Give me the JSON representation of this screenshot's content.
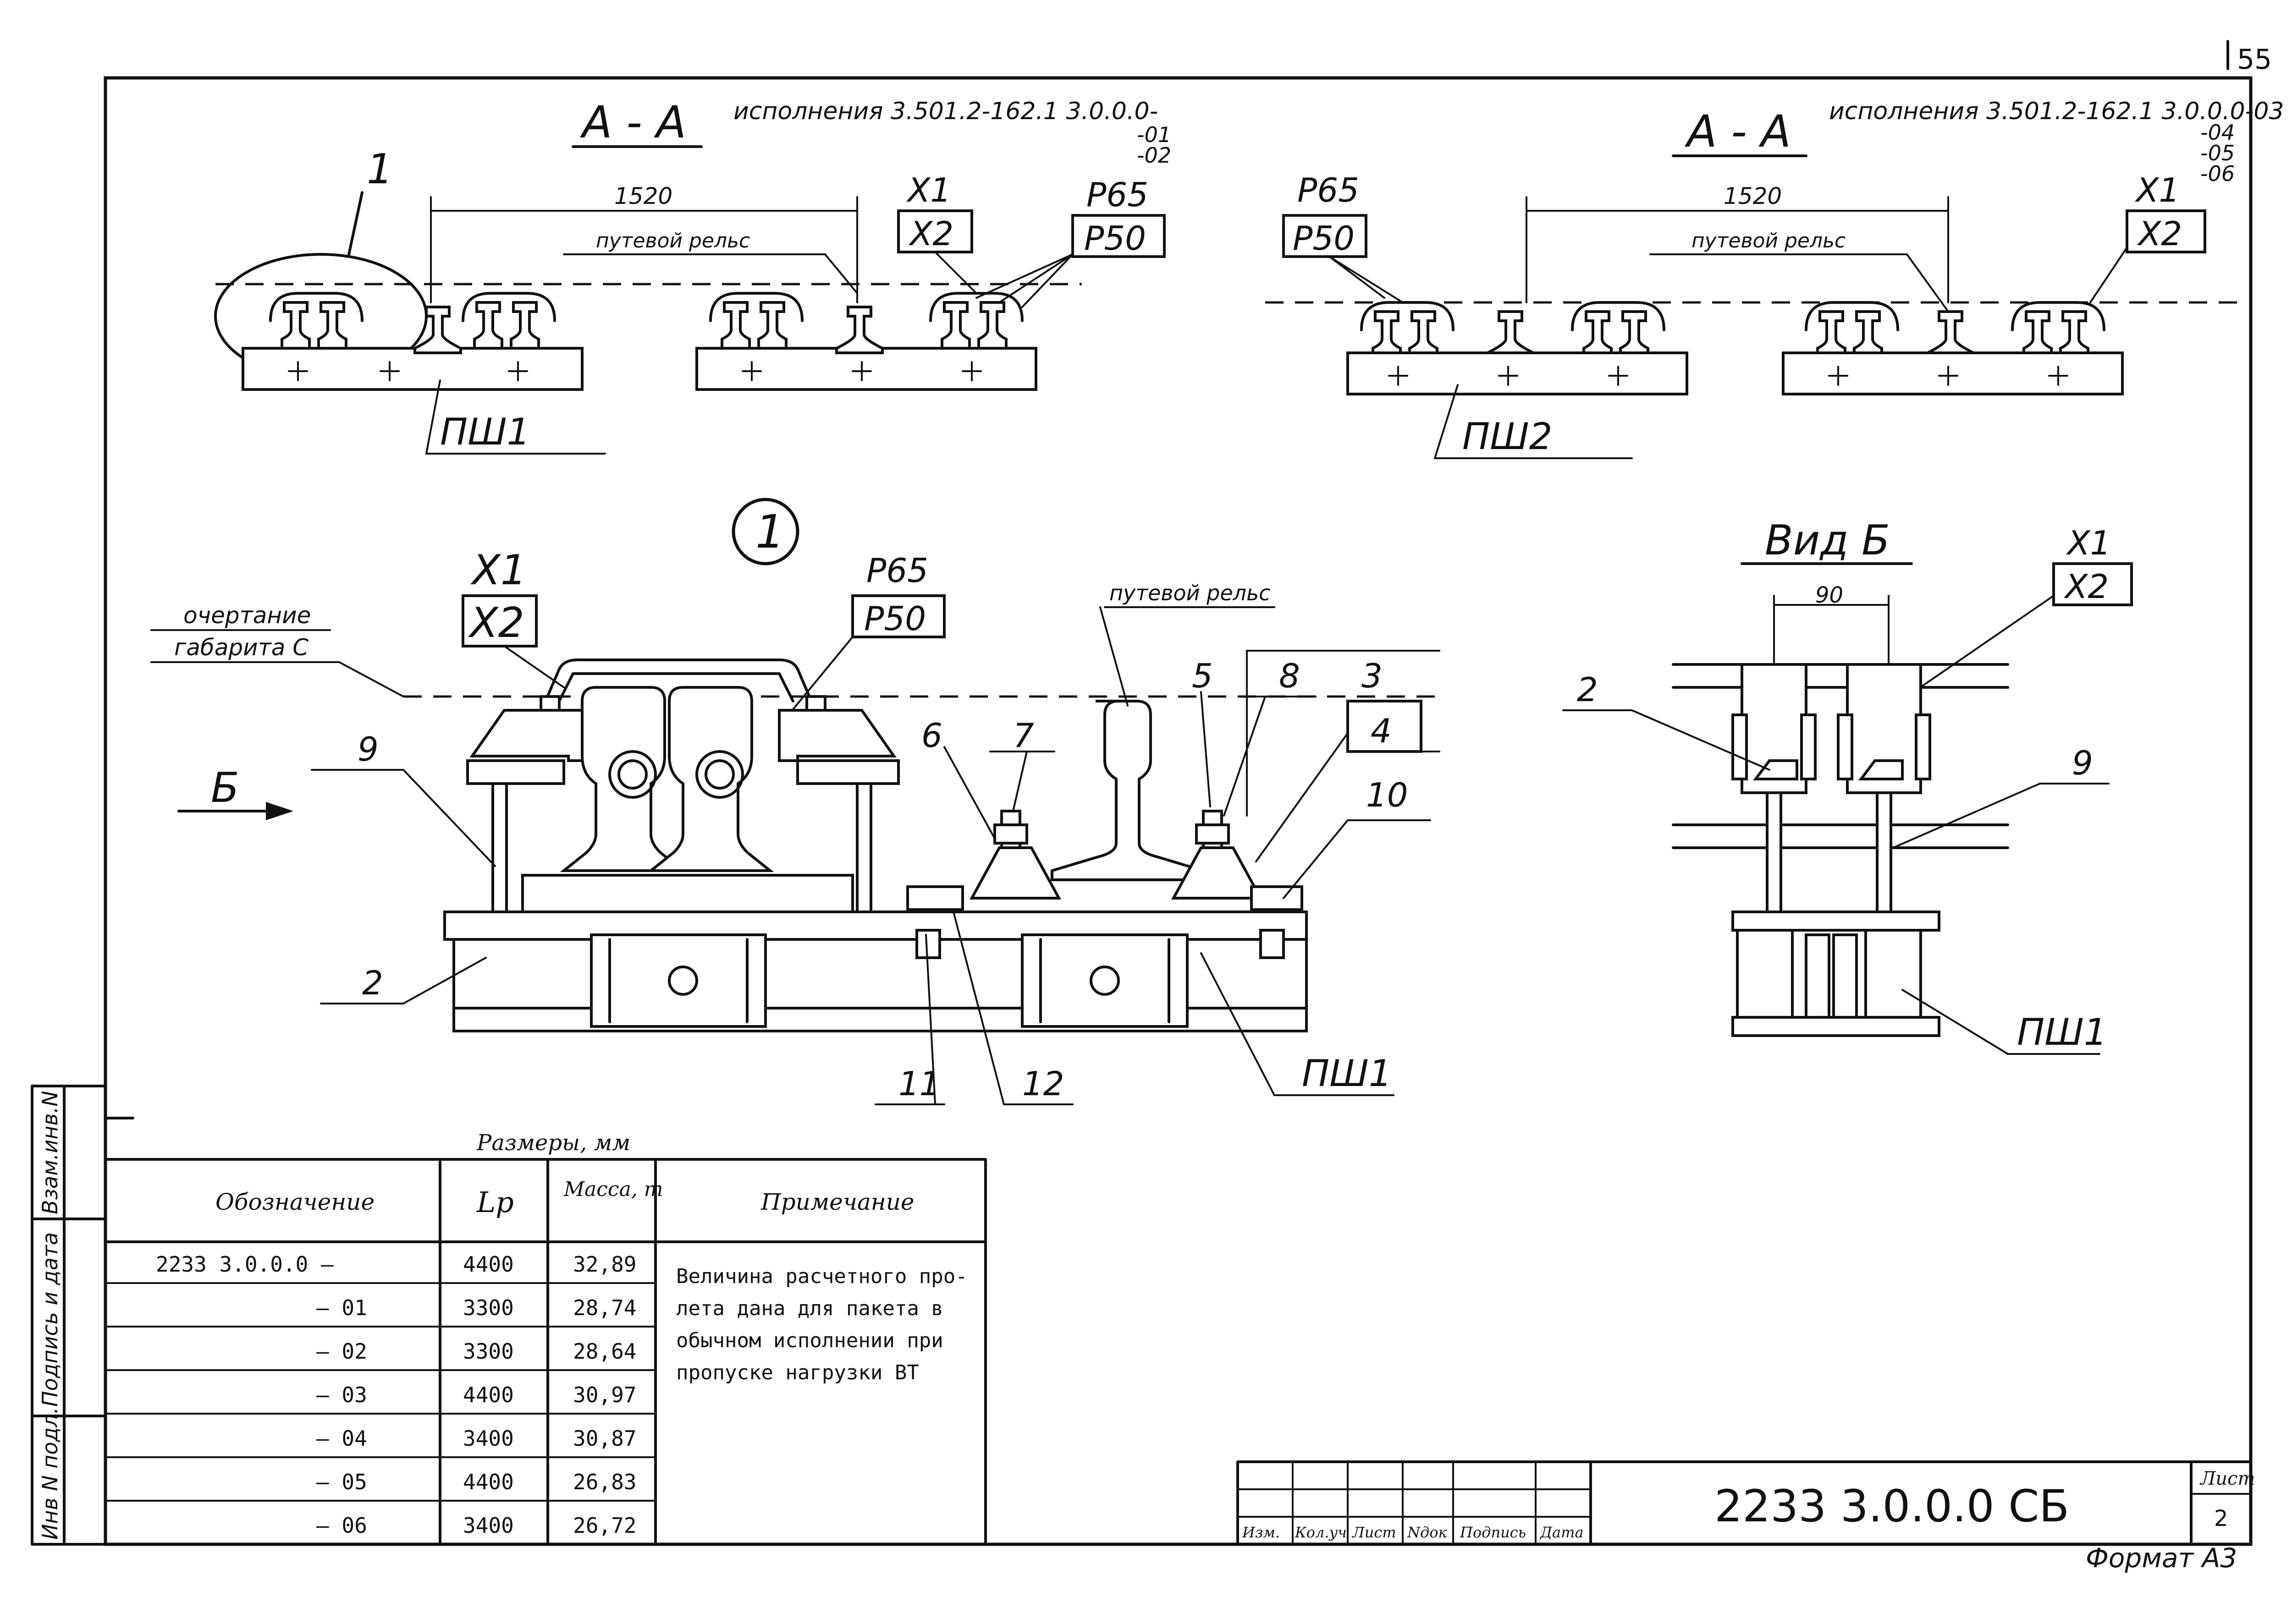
{
  "page_number": "55",
  "section_left": {
    "title": "А - А",
    "versions_label": "исполнения 3.501.2-162.1  3.0.0.0-",
    "version_suffixes": [
      "-01",
      "-02"
    ],
    "dimension": "1520",
    "rail_label": "путевой рельс",
    "callout_1": "1",
    "x_labels": [
      "Х1",
      "Х2"
    ],
    "p_labels": [
      "Р65",
      "Р50"
    ],
    "base_label": "ПШ1"
  },
  "section_right": {
    "title": "А - А",
    "versions_label": "исполнения 3.501.2-162.1  3.0.0.0-03",
    "version_suffixes": [
      "-04",
      "-05",
      "-06"
    ],
    "dimension": "1520",
    "rail_label": "путевой рельс",
    "x_labels": [
      "Х1",
      "Х2"
    ],
    "p_labels": [
      "Р65",
      "Р50"
    ],
    "base_label": "ПШ2"
  },
  "detail": {
    "number": "1",
    "outline_label": [
      "очертание",
      "габарита С"
    ],
    "x_labels": [
      "Х1",
      "Х2"
    ],
    "p_labels": [
      "Р65",
      "Р50"
    ],
    "rail_label": "путевой рельс",
    "view_arrow": "Б",
    "callouts": [
      "9",
      "2",
      "6",
      "7",
      "5",
      "8",
      "3",
      "4",
      "10",
      "11",
      "12"
    ],
    "base_label": "ПШ1"
  },
  "view_b": {
    "title": "Вид Б",
    "dimension": "90",
    "x_labels": [
      "Х1",
      "Х2"
    ],
    "callouts": [
      "2",
      "9"
    ],
    "base_label": "ПШ1"
  },
  "table": {
    "caption": "Размеры, мм",
    "headers": [
      "Обозначение",
      "Lp",
      "Масса, т",
      "Примечание"
    ],
    "rows": [
      {
        "designation": "2233 3.0.0.0 –",
        "lp": "4400",
        "mass": "32,89"
      },
      {
        "designation": "– 01",
        "lp": "3300",
        "mass": "28,74"
      },
      {
        "designation": "– 02",
        "lp": "3300",
        "mass": "28,64"
      },
      {
        "designation": "– 03",
        "lp": "4400",
        "mass": "30,97"
      },
      {
        "designation": "– 04",
        "lp": "3400",
        "mass": "30,87"
      },
      {
        "designation": "– 05",
        "lp": "4400",
        "mass": "26,83"
      },
      {
        "designation": "– 06",
        "lp": "3400",
        "mass": "26,72"
      }
    ],
    "note_lines": [
      "Величина расчетного про-",
      "лета дана для пакета в",
      "обычном исполнении при",
      "пропуске нагрузки ВТ"
    ]
  },
  "side_stamp": [
    "Инв N подл.",
    "Подпись и дата",
    "Взам.инв.N"
  ],
  "title_block": {
    "document_code": "2233 3.0.0.0 СБ",
    "sheet_label": "Лист",
    "sheet_number": "2",
    "columns": [
      "Изм.",
      "Кол.уч",
      "Лист",
      "Nдок",
      "Подпись",
      "Дата"
    ],
    "format": "Формат А3"
  }
}
